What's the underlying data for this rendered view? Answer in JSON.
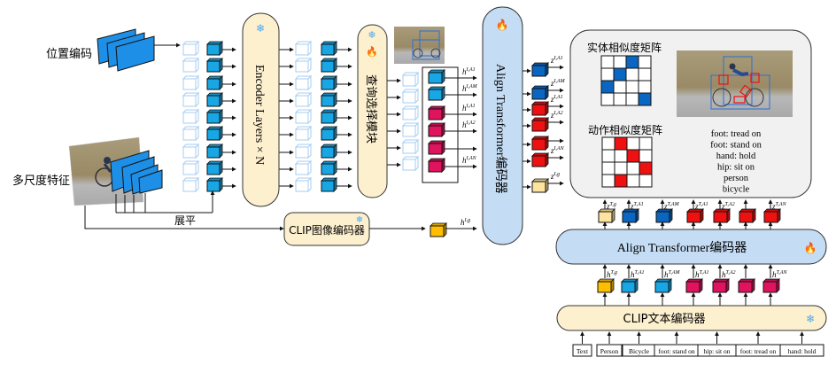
{
  "labels": {
    "position_encoding": "位置编码",
    "multiscale_features": "多尺度特征",
    "flatten": "展平",
    "encoder_layers": "Encoder Layers × N",
    "query_selection": "查询选择模块",
    "clip_image_encoder": "CLIP图像编码器",
    "align_transformer_vertical": "Align Transformer编码器",
    "align_transformer_horizontal": "Align Transformer编码器",
    "clip_text_encoder": "CLIP文本编码器",
    "entity_similarity_matrix": "实体相似度矩阵",
    "action_similarity_matrix": "动作相似度矩阵",
    "h_image_global": "h",
    "h_image_global_sup": "I,g"
  },
  "icons": {
    "frozen": "snowflake-icon",
    "trainable": "flame-icon"
  },
  "colors": {
    "encoder_fill": "#fdf0cf",
    "align_fill": "#c4dcf4",
    "panel_fill": "#f1f1f1",
    "cube_light_blue": "#19a6e4",
    "cube_dark_blue": "#0a66c0",
    "cube_crimson": "#e0135f",
    "cube_red": "#ee1111",
    "cube_cream": "#fde3a0",
    "cube_gold": "#ffbf00",
    "outline_cube": "#a7cdf2"
  },
  "query_outputs": [
    {
      "label": "h",
      "sup": "I,A1",
      "color": "light_blue"
    },
    {
      "label": "h",
      "sup": "I,AM",
      "color": "light_blue"
    },
    {
      "label": "h",
      "sup": "I,A1",
      "color": "crimson"
    },
    {
      "label": "h",
      "sup": "I,A2",
      "color": "crimson"
    },
    {
      "label": "",
      "sup": "",
      "color": "crimson"
    },
    {
      "label": "h",
      "sup": "I,AN",
      "color": "crimson"
    }
  ],
  "align_outputs": [
    {
      "label": "z",
      "sup": "I,A1",
      "color": "dark_blue"
    },
    {
      "label": "z",
      "sup": "I,AM",
      "color": "dark_blue"
    },
    {
      "label": "z",
      "sup": "I,A1",
      "color": "red"
    },
    {
      "label": "z",
      "sup": "I,A2",
      "color": "red"
    },
    {
      "label": "",
      "sup": "",
      "color": "red"
    },
    {
      "label": "z",
      "sup": "I,AN",
      "color": "red"
    },
    {
      "label": "z",
      "sup": "I,g",
      "color": "cream"
    }
  ],
  "text_z_outputs": [
    {
      "label": "z",
      "sup": "T,g",
      "color": "cream"
    },
    {
      "label": "z",
      "sup": "T,A1",
      "color": "dark_blue"
    },
    {
      "label": "z",
      "sup": "T,AM",
      "color": "dark_blue"
    },
    {
      "label": "z",
      "sup": "T,A1",
      "color": "red"
    },
    {
      "label": "z",
      "sup": "T,A2",
      "color": "red"
    },
    {
      "label": "",
      "sup": "",
      "color": "red"
    },
    {
      "label": "z",
      "sup": "T,AN",
      "color": "red"
    }
  ],
  "text_h_outputs": [
    {
      "label": "h",
      "sup": "T,g",
      "color": "gold"
    },
    {
      "label": "h",
      "sup": "T,A1",
      "color": "light_blue"
    },
    {
      "label": "h",
      "sup": "T,AM",
      "color": "light_blue"
    },
    {
      "label": "h",
      "sup": "T,A1",
      "color": "crimson"
    },
    {
      "label": "h",
      "sup": "T,A2",
      "color": "crimson"
    },
    {
      "label": "",
      "sup": "",
      "color": "crimson"
    },
    {
      "label": "h",
      "sup": "T,AN",
      "color": "crimson"
    }
  ],
  "text_inputs": [
    "Text",
    "Person",
    "Bicycle",
    "foot: stand on",
    "hip: sit on",
    "foot: tread on",
    "hand: hold"
  ],
  "result_labels": [
    "foot: tread on",
    "foot: stand on",
    "hand: hold",
    "hip: sit on",
    "person",
    "bicycle"
  ],
  "entity_matrix": [
    [
      0,
      0,
      1,
      0
    ],
    [
      0,
      1,
      0,
      0
    ],
    [
      1,
      0,
      0,
      0
    ],
    [
      0,
      0,
      0,
      1
    ]
  ],
  "action_matrix": [
    [
      0,
      1,
      0,
      0
    ],
    [
      0,
      0,
      1,
      0
    ],
    [
      0,
      0,
      0,
      1
    ],
    [
      0,
      1,
      0,
      0
    ]
  ]
}
